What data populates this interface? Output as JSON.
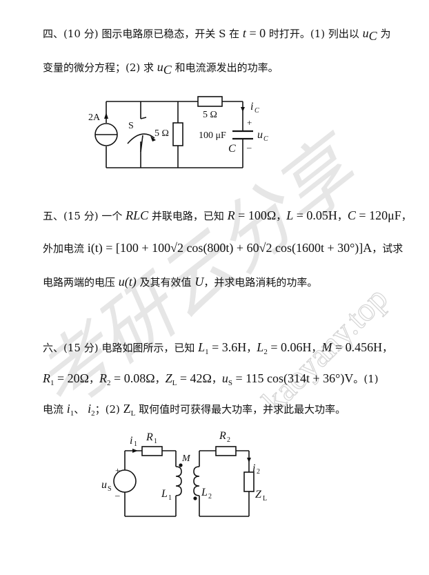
{
  "q4": {
    "line1": {
      "prefix": "四、(10 分) 图示电路原已稳态，开关 S 在 ",
      "t": "t",
      "eq": " = 0",
      "mid": " 时打开。(1) 列出以 ",
      "u": "u",
      "u_sub": "C",
      "suffix": " 为"
    },
    "line2": {
      "prefix": "变量的微分方程；(2) 求 ",
      "u": "u",
      "u_sub": "C",
      "suffix": " 和电流源发出的功率。"
    },
    "circuit": {
      "source_label": "2A",
      "switch_label": "S",
      "r_parallel": "5 Ω",
      "r_series": "5 Ω",
      "cap_value": "100 μF",
      "cap_name": "C",
      "current_label": "i",
      "current_sub": "C",
      "voltage_label": "u",
      "voltage_sub": "C",
      "plus": "+",
      "minus": "–"
    }
  },
  "q5": {
    "line1": {
      "prefix": "五、(15 分) 一个 ",
      "rlc": "RLC",
      "mid": " 并联电路，已知 ",
      "R": "R",
      "R_val": " = 100Ω",
      "L": "L",
      "L_val": " = 0.05H",
      "C": "C",
      "C_val": " = 120μF",
      "sep": "，",
      "end": "，"
    },
    "line2": {
      "prefix": "外加电流  ",
      "formula": "i(t) = [100 + 100√2 cos(800t) + 60√2 cos(1600t + 30°)]A",
      "suffix": "，试求"
    },
    "line3": {
      "prefix": "电路两端的电压 ",
      "u": "u(t)",
      "mid": "  及其有效值 ",
      "U": "U",
      "suffix": "，并求电路消耗的功率。"
    }
  },
  "q6": {
    "line1": {
      "prefix": "六、(15 分) 电路如图所示，已知 ",
      "L1": "L",
      "L1_sub": "1",
      "L1_val": " = 3.6H",
      "L2": "L",
      "L2_sub": "2",
      "L2_val": " = 0.06H",
      "M": "M",
      "M_val": " = 0.456H",
      "sep": "，"
    },
    "line2": {
      "R1": "R",
      "R1_sub": "1",
      "R1_val": " = 20Ω",
      "R2": "R",
      "R2_sub": "2",
      "R2_val": " = 0.08Ω",
      "ZL": "Z",
      "ZL_sub": "L",
      "ZL_val": " = 42Ω",
      "us": "u",
      "us_sub": "S",
      "us_val": " = 115 cos(314t + 36°)V",
      "sep": "，",
      "suffix": "。(1)"
    },
    "line3": {
      "prefix": "电流 ",
      "i1": "i",
      "i1_sub": "1",
      "sep": "、 ",
      "i2": "i",
      "i2_sub": "2",
      "mid": "；(2) ",
      "ZL": "Z",
      "ZL_sub": "L",
      "suffix": " 取何值时可获得最大功率，并求此最大功率。"
    },
    "circuit": {
      "R1": "R",
      "R1_sub": "1",
      "R2": "R",
      "R2_sub": "2",
      "i1": "i",
      "i1_sub": "1",
      "i2": "i",
      "i2_sub": "2",
      "M": "M",
      "L1": "L",
      "L1_sub": "1",
      "L2": "L",
      "L2_sub": "2",
      "us": "u",
      "us_sub": "S",
      "ZL": "Z",
      "ZL_sub": "L",
      "plus": "+",
      "minus": "–"
    }
  },
  "watermark": {
    "calligraphy": "考研云分享",
    "url": "kaoyany.top"
  }
}
